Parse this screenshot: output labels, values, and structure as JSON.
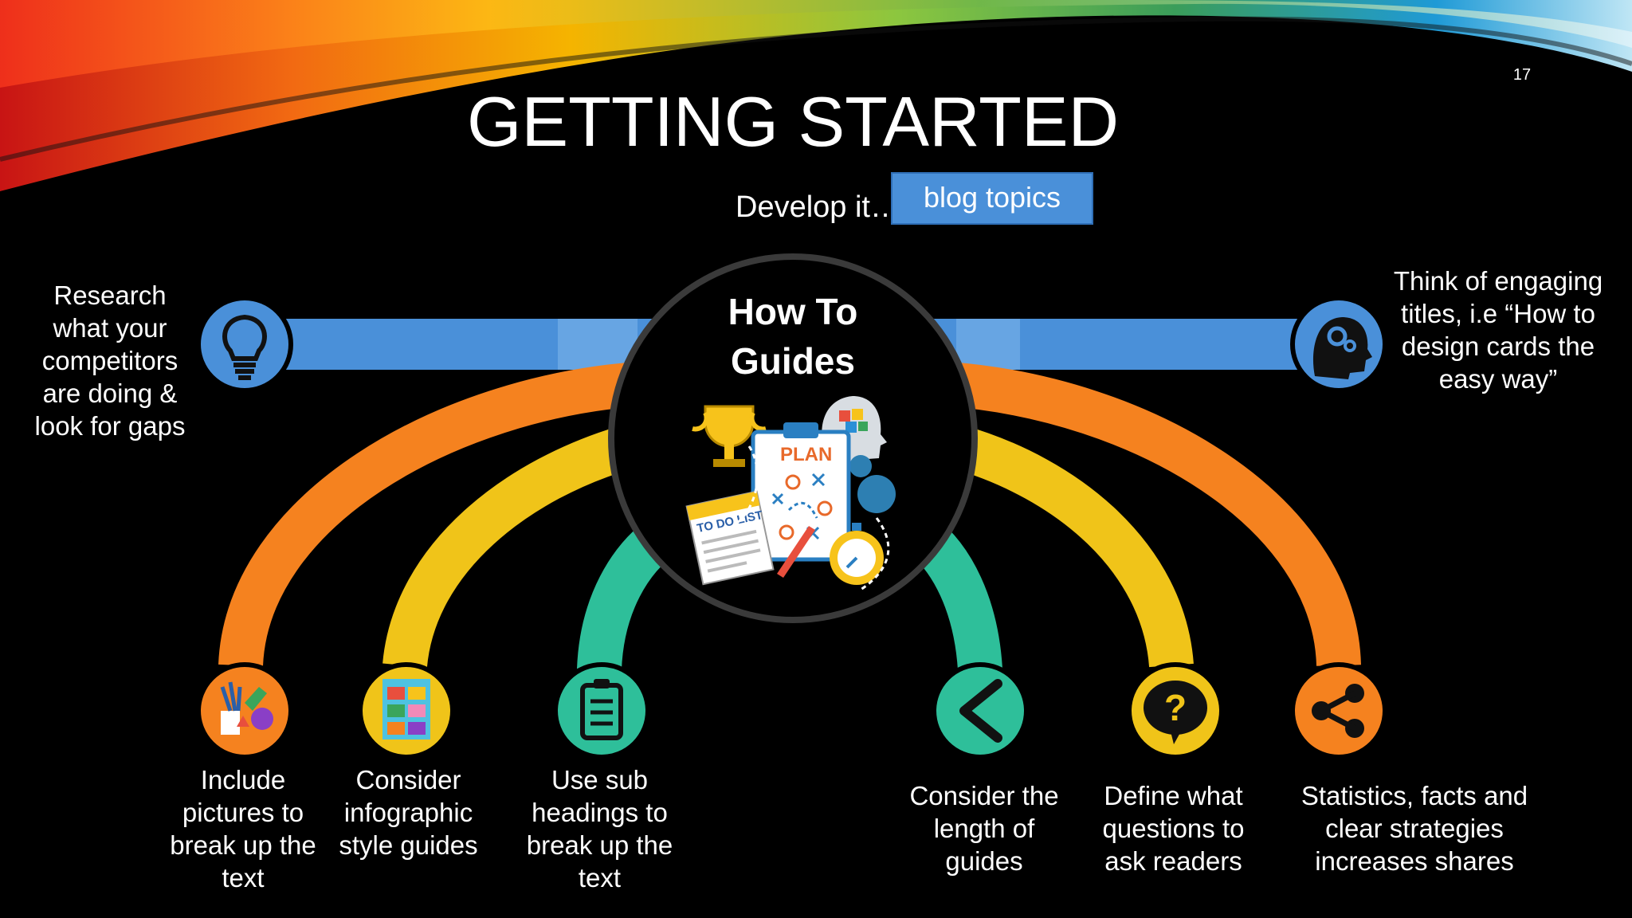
{
  "slide": {
    "title": "GETTING STARTED",
    "page_number": "17",
    "subtitle": "Develop it…",
    "tag": "blog topics"
  },
  "center": {
    "title_line1": "How To",
    "title_line2": "Guides"
  },
  "items": {
    "research": "Research what your competitors are doing & look for gaps",
    "titles": "Think of engaging titles, i.e “How to design cards the easy way”",
    "pictures": "Include pictures to break up the text",
    "infographic": "Consider infographic style guides",
    "subheadings": "Use sub headings to break up the text",
    "length": "Consider the length of guides",
    "questions": "Define what questions to ask readers",
    "statistics": "Statistics, facts and clear strategies increases shares"
  },
  "colors": {
    "blue": "#4a90d9",
    "orange": "#f5821f",
    "yellow": "#f0c419",
    "teal": "#2ebf9a",
    "background": "#000000"
  },
  "icons": {
    "research": "lightbulb-icon",
    "titles": "head-gears-icon",
    "pictures": "art-supplies-icon",
    "infographic": "infographic-icon",
    "subheadings": "clipboard-list-icon",
    "length": "chevron-left-icon",
    "questions": "question-bubble-icon",
    "statistics": "share-icon",
    "center": "plan-illustration-icon"
  }
}
